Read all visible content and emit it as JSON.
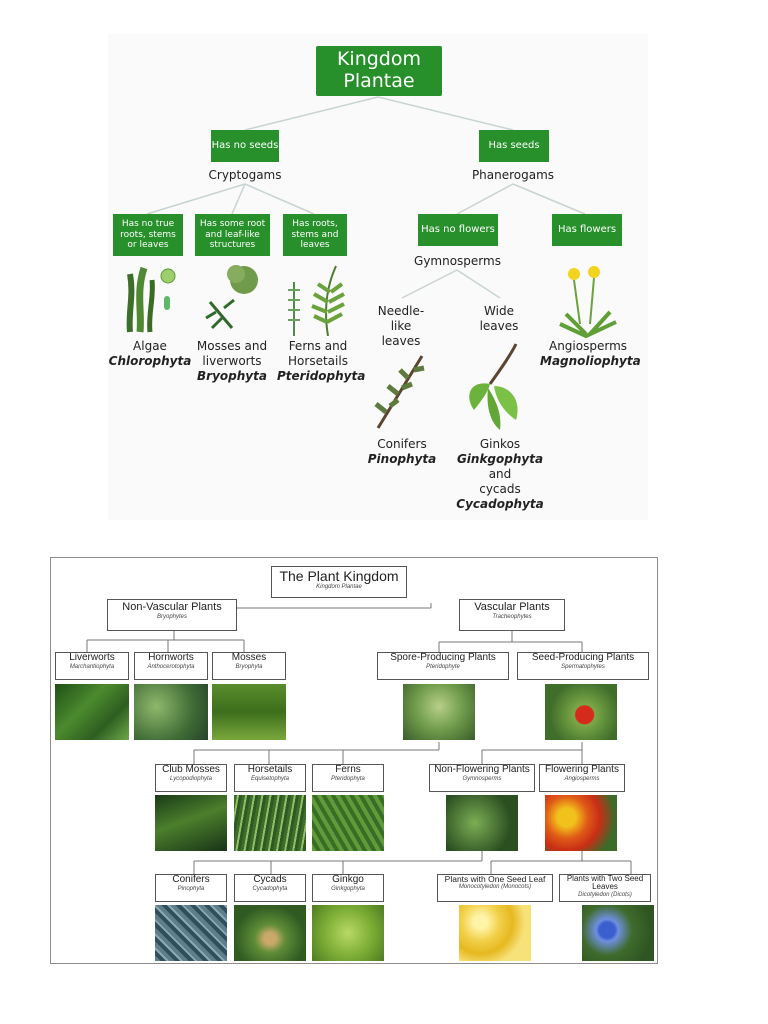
{
  "top_diagram": {
    "root": "Kingdom Plantae",
    "branch_left": {
      "box": "Has no seeds",
      "label": "Cryptogams"
    },
    "branch_right": {
      "box": "Has seeds",
      "label": "Phanerogams"
    },
    "crypto_children": [
      {
        "box": "Has no true roots, stems or leaves",
        "name": "Algae",
        "latin": "Chlorophyta"
      },
      {
        "box": "Has some root and leaf-like structures",
        "name": "Mosses and liverworts",
        "latin": "Bryophyta"
      },
      {
        "box": "Has roots, stems and leaves",
        "name": "Ferns and Horsetails",
        "latin": "Pteridophyta"
      }
    ],
    "phanero_children": [
      {
        "box": "Has no flowers",
        "label": "Gymnosperms"
      },
      {
        "box": "Has flowers",
        "name": "Angiosperms",
        "latin": "Magnoliophyta"
      }
    ],
    "gymno_children": [
      {
        "label": "Needle-like leaves",
        "name": "Conifers",
        "latin": "Pinophyta"
      },
      {
        "label": "Wide leaves",
        "name": "Ginkos",
        "latin": "Ginkgophyta",
        "conj": "and",
        "name2": "cycads",
        "latin2": "Cycadophyta"
      }
    ],
    "colors": {
      "box": "#27902b",
      "line": "#c8d3d3"
    }
  },
  "bottom_diagram": {
    "root": {
      "name": "The Plant Kingdom",
      "sub": "Kingdom Plantae"
    },
    "nonvascular": {
      "name": "Non-Vascular Plants",
      "sub": "Bryophytes"
    },
    "vascular": {
      "name": "Vascular Plants",
      "sub": "Tracheophytes"
    },
    "nv_children": [
      {
        "name": "Liverworts",
        "sub": "Marchantiophyta"
      },
      {
        "name": "Hornworts",
        "sub": "Anthocerotophyta"
      },
      {
        "name": "Mosses",
        "sub": "Bryophyta"
      }
    ],
    "spore": {
      "name": "Spore-Producing Plants",
      "sub": "Pteridophyte"
    },
    "seed": {
      "name": "Seed-Producing Plants",
      "sub": "Spermatophytes"
    },
    "spore_children": [
      {
        "name": "Club Mosses",
        "sub": "Lycopodiophyta"
      },
      {
        "name": "Horsetails",
        "sub": "Equisetophyta"
      },
      {
        "name": "Ferns",
        "sub": "Pteridophyta"
      }
    ],
    "nonflowering": {
      "name": "Non-Flowering Plants",
      "sub": "Gymnosperms"
    },
    "flowering": {
      "name": "Flowering Plants",
      "sub": "Angiosperms"
    },
    "gymno_children": [
      {
        "name": "Conifers",
        "sub": "Pinophyta"
      },
      {
        "name": "Cycads",
        "sub": "Cycadophyta"
      },
      {
        "name": "Ginkgo",
        "sub": "Ginkgophyta"
      }
    ],
    "angio_children": [
      {
        "name": "Plants with One Seed Leaf",
        "sub": "Monocotyledon (Monocots)"
      },
      {
        "name": "Plants with Two Seed Leaves",
        "sub": "Dicotyledon (Dicots)"
      }
    ]
  }
}
